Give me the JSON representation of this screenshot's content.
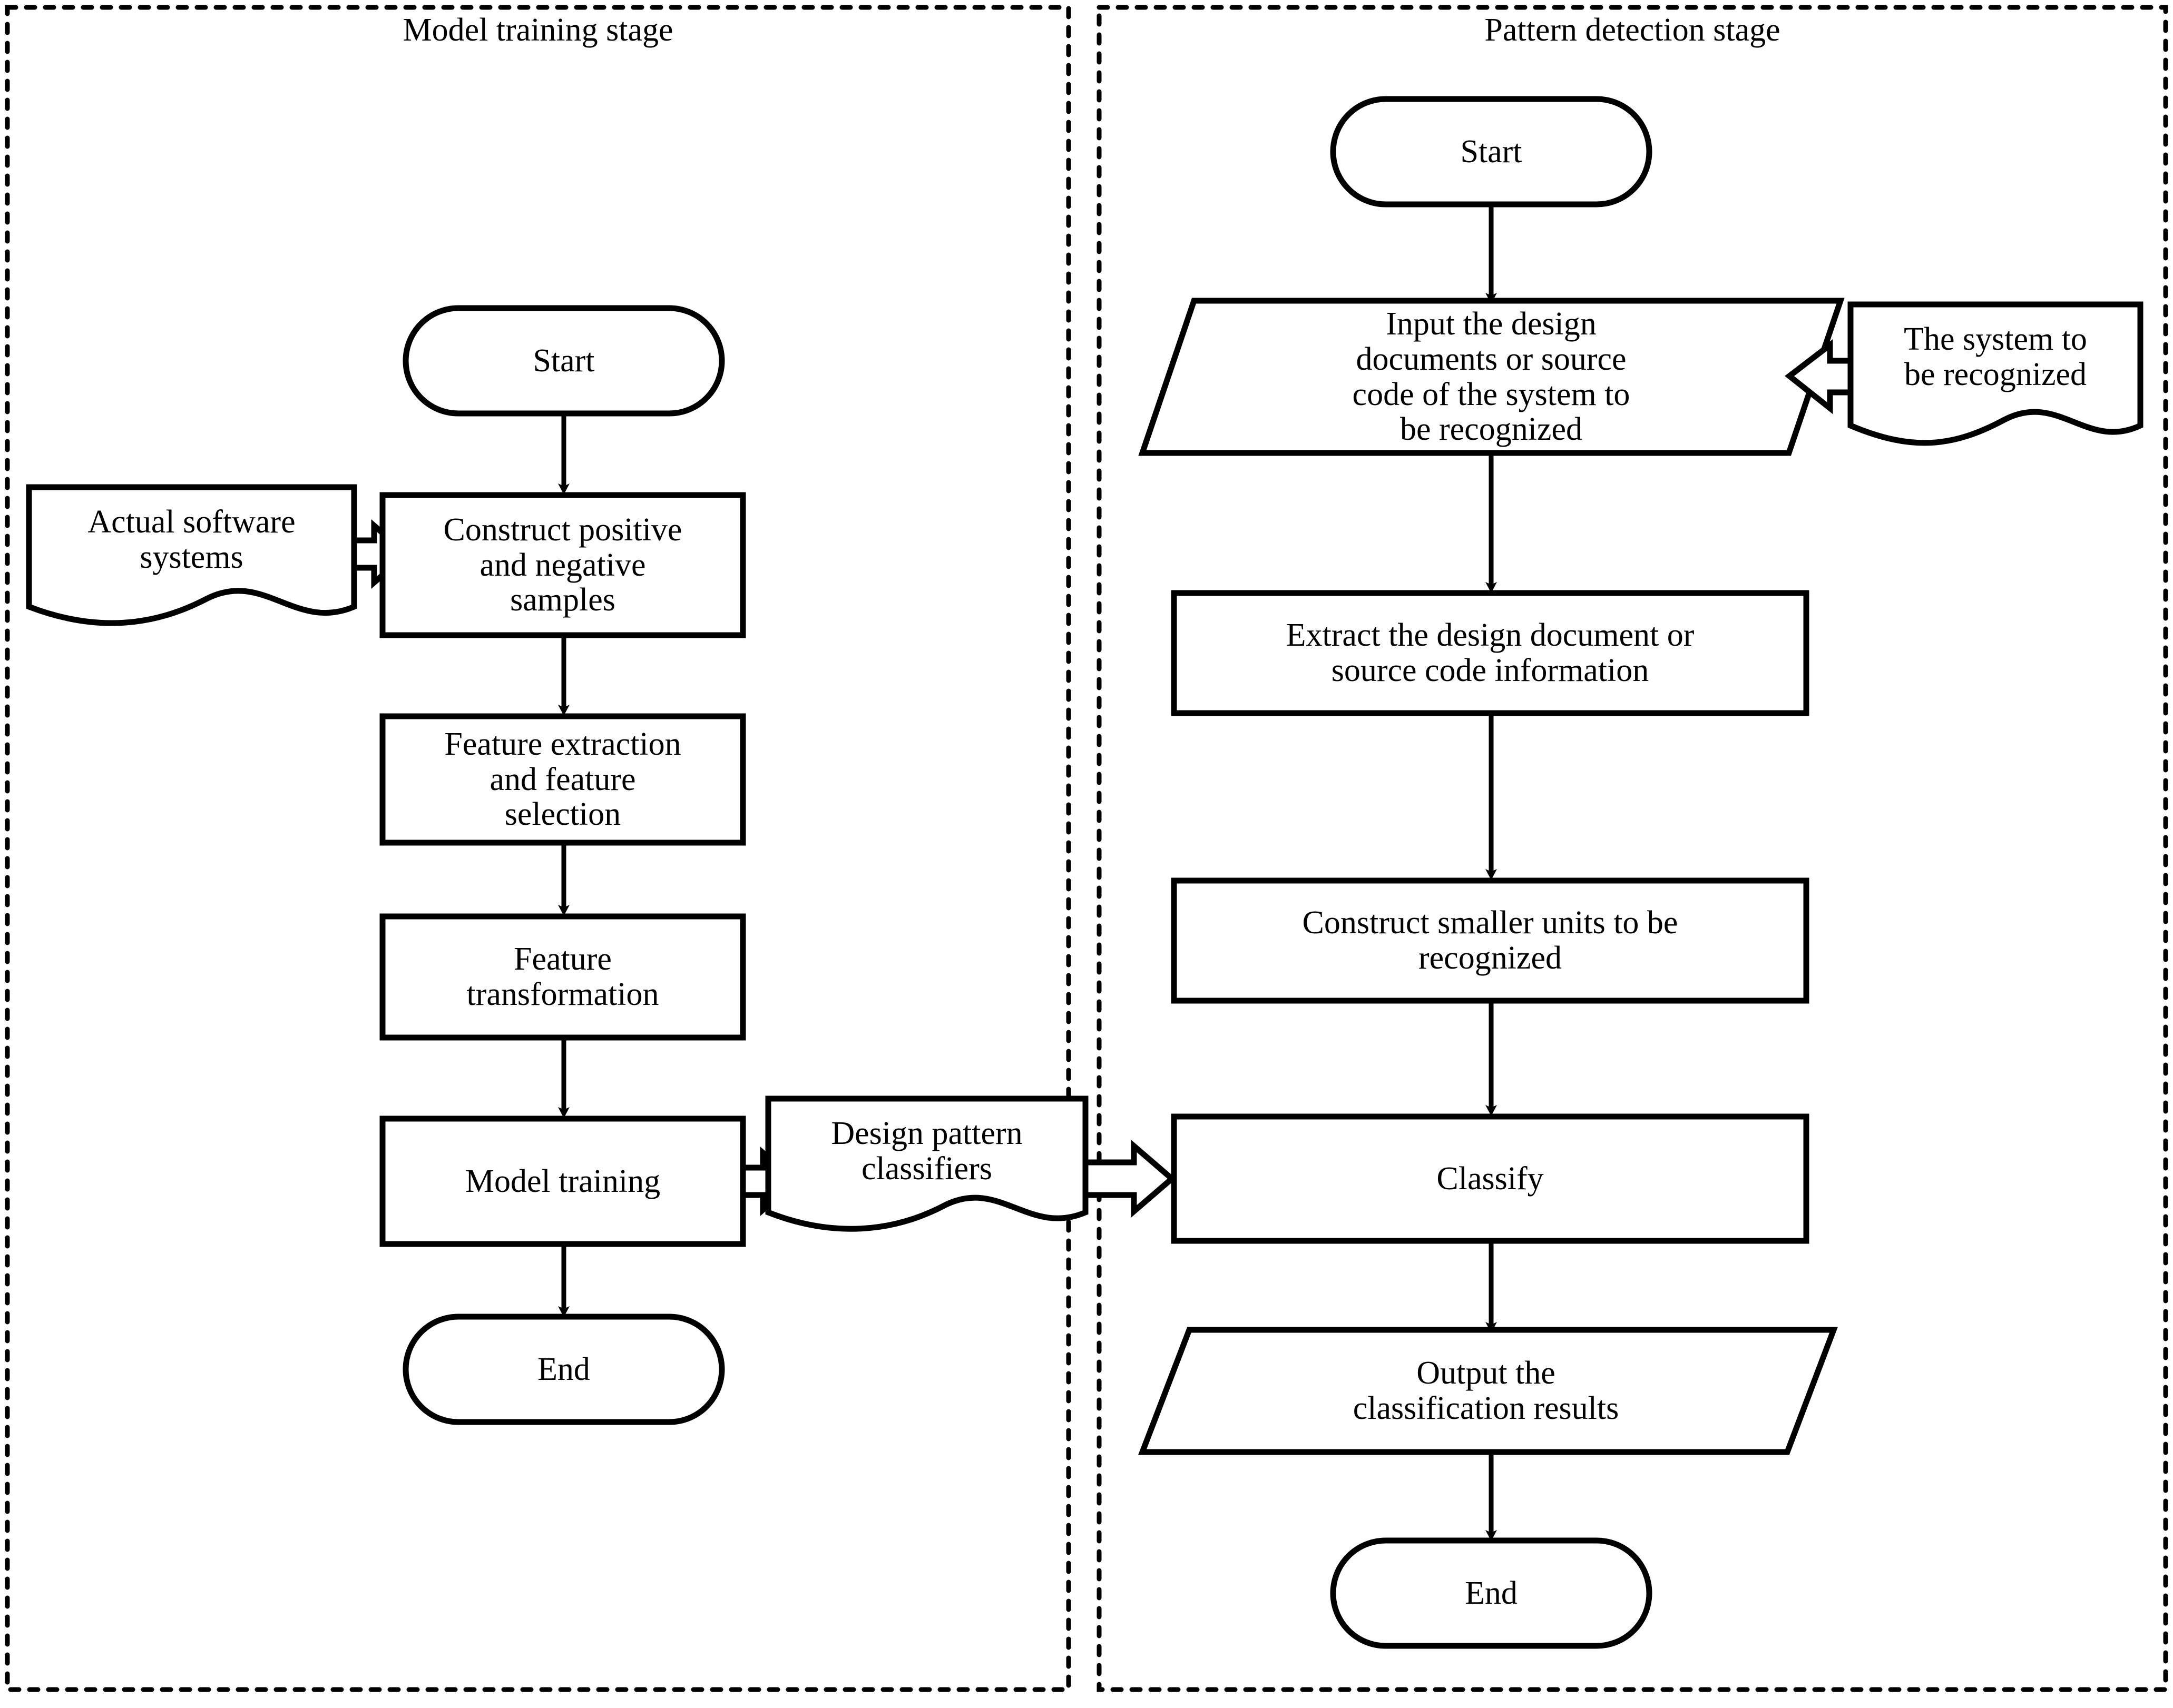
{
  "diagram": {
    "title": "Design pattern detection two-stage flowchart",
    "background_color": "#ffffff",
    "line_color": "#000000"
  },
  "panels": [
    {
      "id": "model-training",
      "title": "Model training stage"
    },
    {
      "id": "pattern-detection",
      "title": "Pattern detection stage"
    }
  ],
  "model_training_stage": {
    "title": "Model training stage",
    "nodes": {
      "start": {
        "label": "Start",
        "shape": "terminator"
      },
      "actual_software_systems": {
        "label": "Actual software\nsystems",
        "shape": "document"
      },
      "construct_samples": {
        "label": "Construct positive\nand negative\nsamples",
        "shape": "process"
      },
      "feature_extraction": {
        "label": "Feature extraction\nand feature\nselection",
        "shape": "process"
      },
      "feature_transformation": {
        "label": "Feature\ntransformation",
        "shape": "process"
      },
      "model_training": {
        "label": "Model training",
        "shape": "process"
      },
      "end": {
        "label": "End",
        "shape": "terminator"
      },
      "design_pattern_classifiers": {
        "label": "Design pattern\nclassifiers",
        "shape": "document"
      }
    }
  },
  "pattern_detection_stage": {
    "title": "Pattern detection stage",
    "nodes": {
      "start": {
        "label": "Start",
        "shape": "terminator"
      },
      "input_documents": {
        "label": "Input the design\ndocuments or source\ncode of the system to\nbe recognized",
        "shape": "parallelogram"
      },
      "system_to_be_recognized": {
        "label": "The system to\nbe recognized",
        "shape": "document"
      },
      "extract_information": {
        "label": "Extract the design document or\nsource code information",
        "shape": "process"
      },
      "construct_units": {
        "label": "Construct smaller units to be\nrecognized",
        "shape": "process"
      },
      "classify": {
        "label": "Classify",
        "shape": "process"
      },
      "output_results": {
        "label": "Output the\nclassification results",
        "shape": "parallelogram"
      },
      "end": {
        "label": "End",
        "shape": "terminator"
      }
    }
  },
  "connectors": {
    "plain_arrows": [
      "start -> construct positive and negative samples",
      "construct positive and negative samples -> feature extraction and feature selection",
      "feature extraction and feature selection -> feature transformation",
      "feature transformation -> model training",
      "model training -> end",
      "start -> input the design documents or source code of the system to be recognized",
      "input the design documents or source code of the system to be recognized -> extract the design document or source code information",
      "extract the design document or source code information -> construct smaller units to be recognized",
      "construct smaller units to be recognized -> classify",
      "classify -> output the classification results",
      "output the classification results -> end"
    ],
    "block_arrows": [
      "actual software systems -> construct positive and negative samples",
      "model training -> design pattern classifiers",
      "design pattern classifiers -> classify",
      "the system to be recognized -> input the design documents or source code of the system to be recognized"
    ]
  }
}
